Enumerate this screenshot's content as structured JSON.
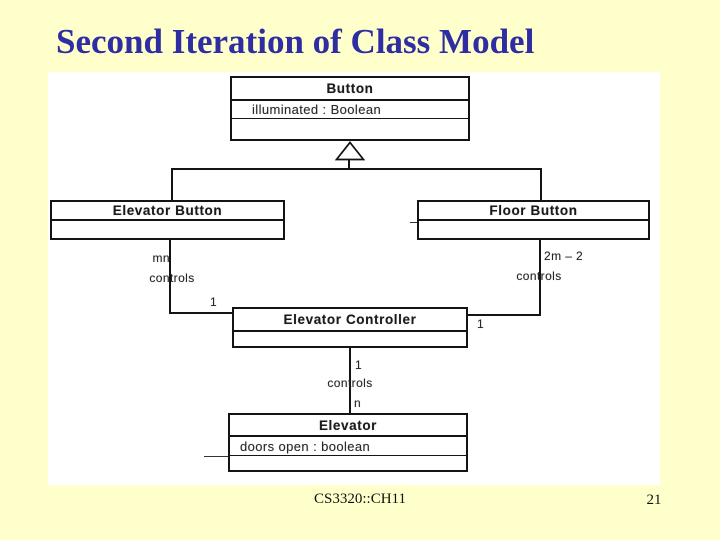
{
  "slide": {
    "title": "Second Iteration of Class Model",
    "footer": "CS3320::CH11",
    "page_number": "21",
    "colors": {
      "background": "#FFFFCC",
      "title_text": "#2E2EA2",
      "diagram_background": "#FFFFFF",
      "diagram_line": "#141414"
    }
  },
  "diagram": {
    "type": "uml-class-diagram",
    "classes": [
      {
        "name": "Button",
        "attributes": [
          "illuminated : Boolean"
        ]
      },
      {
        "name": "Elevator Button",
        "attributes": []
      },
      {
        "name": "Floor Button",
        "attributes": []
      },
      {
        "name": "Elevator Controller",
        "attributes": []
      },
      {
        "name": "Elevator",
        "attributes": [
          "doors open : boolean"
        ]
      }
    ],
    "relationships": [
      {
        "kind": "inheritance",
        "parent": "Button",
        "children": [
          "Elevator Button",
          "Floor Button"
        ]
      },
      {
        "kind": "association",
        "from": "Elevator Button",
        "to": "Elevator Controller"
      },
      {
        "kind": "association",
        "from": "Floor Button",
        "to": "Elevator Controller"
      },
      {
        "kind": "association",
        "from": "Elevator Controller",
        "to": "Elevator"
      }
    ],
    "labels": {
      "left_multiplicity": "mn",
      "left_role": "controls",
      "left_controller_end": "1",
      "right_multiplicity": "2m – 2",
      "right_role": "controls",
      "right_controller_end": "1",
      "mid_controller_end": "1",
      "mid_role": "controls",
      "mid_elevator_end": "n"
    }
  }
}
